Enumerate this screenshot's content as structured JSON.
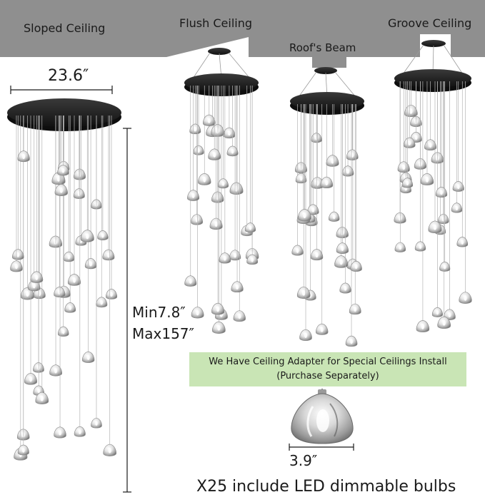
{
  "labels": {
    "sloped_ceiling": "Sloped Ceiling",
    "flush_ceiling": "Flush Ceiling",
    "groove_ceiling": "Groove Ceiling",
    "roof_beam": "Roof's Beam",
    "canopy_width": "23.6″",
    "min_height": "Min7.8″",
    "max_height": "Max157″",
    "bulb_width": "3.9″",
    "bulb_count": "X25 include LED dimmable bulbs"
  },
  "adapter_note": {
    "line1": "We Have Ceiling Adapter for Special Ceilings Install",
    "line2": "(Purchase Separately)"
  },
  "colors": {
    "ceiling": "#8f8f8f",
    "canopy": "#1e1e1e",
    "wire": "#b5b5b5",
    "adapter_background": "#c9e5b5"
  }
}
